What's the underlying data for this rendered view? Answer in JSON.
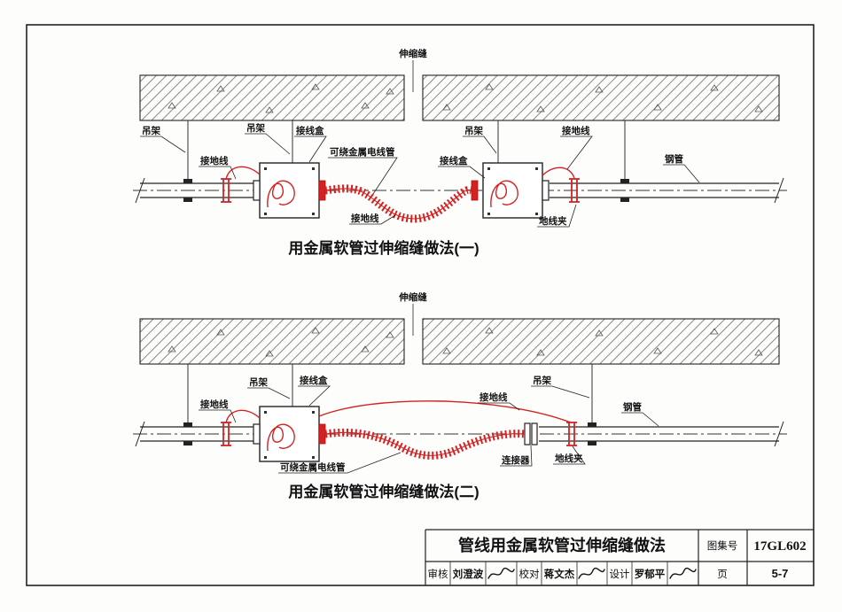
{
  "sheet": {
    "labels": {
      "expansion_joint": "伸缩缝",
      "hanger": "吊架",
      "junction_box": "接线盒",
      "ground_wire": "接地线",
      "flexible_conduit": "可绕金属电线管",
      "ground_clamp": "地线夹",
      "steel_pipe": "钢管",
      "connector": "连接器"
    },
    "captions": {
      "method1": "用金属软管过伸缩缝做法(一)",
      "method2": "用金属软管过伸缩缝做法(二)"
    },
    "titleblock": {
      "title": "管线用金属软管过伸缩缝做法",
      "atlas_label": "图集号",
      "atlas_no": "17GL602",
      "page_label": "页",
      "page_no": "5-7",
      "reviewer_label": "审核",
      "reviewer_name": "刘澄波",
      "checker_label": "校对",
      "checker_name": "蒋文杰",
      "designer_label": "设计",
      "designer_name": "罗郁平"
    }
  },
  "colors": {
    "accent_red": "#d42222",
    "line": "#222222",
    "paper": "#fdfdfc"
  }
}
